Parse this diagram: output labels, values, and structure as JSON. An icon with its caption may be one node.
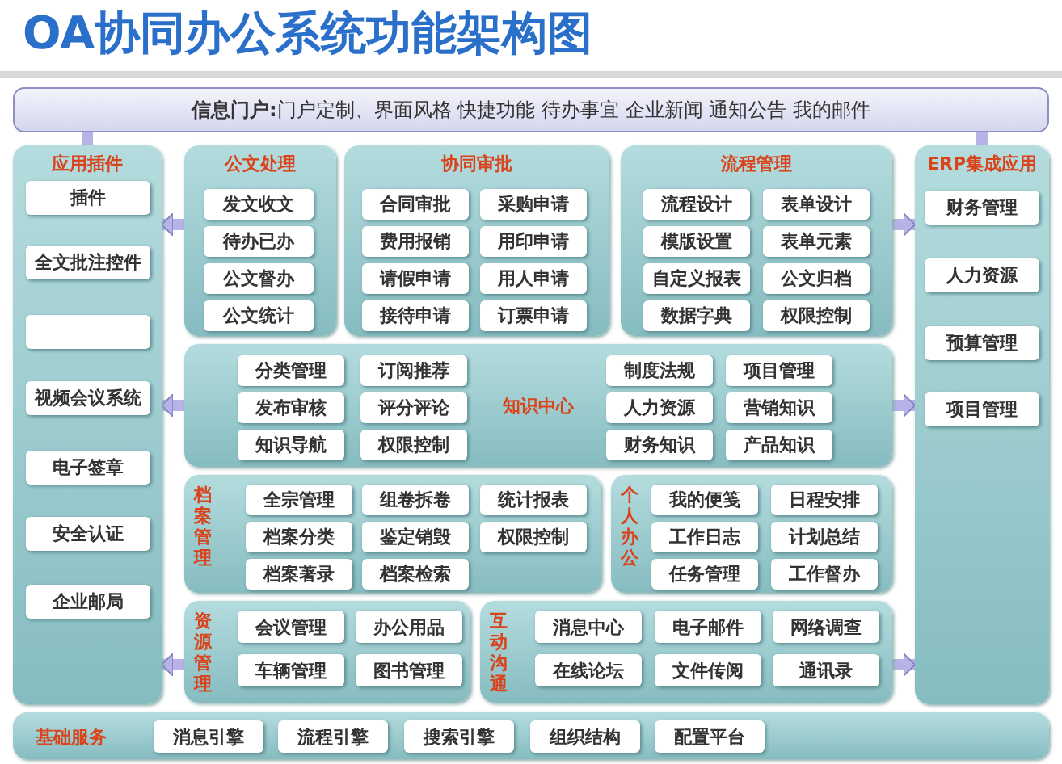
{
  "diagram": {
    "title": "OA协同办公系统功能架构图",
    "nodes": [
      {
        "text": [
          "**信息门户:**门户定制、界面风格 快捷功能 待办事宜 企业新闻 通知公告 我的邮件"
        ]
      },
      {
        "text": [
          "应用插件"
        ]
      },
      {
        "text": [
          "插件"
        ],
        "in": 1
      },
      {
        "text": [
          "全文批注控件"
        ],
        "in": 1
      },
      {
        "text": [],
        "shape": "box",
        "in": 1
      },
      {
        "text": [
          "视频会议系统"
        ],
        "in": 1
      },
      {
        "text": [
          "电子签章"
        ],
        "in": 1
      },
      {
        "text": [
          "安全认证"
        ],
        "in": 1
      },
      {
        "text": [
          "企业邮局"
        ],
        "in": 1
      },
      {
        "text": [
          "公文处理"
        ]
      },
      {
        "text": [
          "发文收文"
        ],
        "in": 9
      },
      {
        "text": [
          "待办已办"
        ],
        "in": 9
      },
      {
        "text": [
          "公文督办"
        ],
        "in": 9
      },
      {
        "text": [
          "公文统计"
        ],
        "in": 9
      },
      {
        "text": [
          "协同审批"
        ]
      },
      {
        "text": [
          "合同审批"
        ],
        "in": 14
      },
      {
        "text": [
          "采购申请"
        ],
        "in": 14
      },
      {
        "text": [
          "费用报销"
        ],
        "in": 14
      },
      {
        "text": [
          "用印申请"
        ],
        "in": 14
      },
      {
        "text": [
          "请假申请"
        ],
        "in": 14
      },
      {
        "text": [
          "用人申请"
        ],
        "in": 14
      },
      {
        "text": [
          "接待申请"
        ],
        "in": 14
      },
      {
        "text": [
          "订票申请"
        ],
        "in": 14
      },
      {
        "text": [
          "流程管理"
        ]
      },
      {
        "text": [
          "流程设计"
        ],
        "in": 23
      },
      {
        "text": [
          "表单设计"
        ],
        "in": 23
      },
      {
        "text": [
          "模版设置"
        ],
        "in": 23
      },
      {
        "text": [
          "表单元素"
        ],
        "in": 23
      },
      {
        "text": [
          "自定义报表"
        ],
        "in": 23
      },
      {
        "text": [
          "公文归档"
        ],
        "in": 23
      },
      {
        "text": [
          "数据字典"
        ],
        "in": 23
      },
      {
        "text": [
          "权限控制"
        ],
        "in": 23
      },
      {
        "text": [
          "ERP集成应用"
        ]
      },
      {
        "text": [
          "财务管理"
        ],
        "in": 32
      },
      {
        "text": [
          "人力资源"
        ],
        "in": 32
      },
      {
        "text": [
          "预算管理"
        ],
        "in": 32
      },
      {
        "text": [
          "项目管理"
        ],
        "in": 32
      },
      {
        "text": [
          "知识中心"
        ]
      },
      {
        "text": [
          "分类管理"
        ],
        "in": 37
      },
      {
        "text": [
          "订阅推荐"
        ],
        "in": 37
      },
      {
        "text": [
          "发布审核"
        ],
        "in": 37
      },
      {
        "text": [
          "评分评论"
        ],
        "in": 37
      },
      {
        "text": [
          "知识导航"
        ],
        "in": 37
      },
      {
        "text": [
          "权限控制"
        ],
        "in": 37
      },
      {
        "text": [
          "制度法规"
        ],
        "in": 37
      },
      {
        "text": [
          "项目管理"
        ],
        "in": 37
      },
      {
        "text": [
          "人力资源"
        ],
        "in": 37
      },
      {
        "text": [
          "营销知识"
        ],
        "in": 37
      },
      {
        "text": [
          "财务知识"
        ],
        "in": 37
      },
      {
        "text": [
          "产品知识"
        ],
        "in": 37
      },
      {
        "text": [
          "档案管理"
        ]
      },
      {
        "text": [
          "全宗管理"
        ],
        "in": 50
      },
      {
        "text": [
          "组卷拆卷"
        ],
        "in": 50
      },
      {
        "text": [
          "统计报表"
        ],
        "in": 50
      },
      {
        "text": [
          "档案分类"
        ],
        "in": 50
      },
      {
        "text": [
          "鉴定销毁"
        ],
        "in": 50
      },
      {
        "text": [
          "权限控制"
        ],
        "in": 50
      },
      {
        "text": [
          "档案著录"
        ],
        "in": 50
      },
      {
        "text": [
          "档案检索"
        ],
        "in": 50
      },
      {
        "text": [
          "个人办公"
        ]
      },
      {
        "text": [
          "我的便笺"
        ],
        "in": 59
      },
      {
        "text": [
          "日程安排"
        ],
        "in": 59
      },
      {
        "text": [
          "工作日志"
        ],
        "in": 59
      },
      {
        "text": [
          "计划总结"
        ],
        "in": 59
      },
      {
        "text": [
          "任务管理"
        ],
        "in": 59
      },
      {
        "text": [
          "工作督办"
        ],
        "in": 59
      },
      {
        "text": [
          "资源管理"
        ]
      },
      {
        "text": [
          "会议管理"
        ],
        "in": 66
      },
      {
        "text": [
          "办公用品"
        ],
        "in": 66
      },
      {
        "text": [
          "车辆管理"
        ],
        "in": 66
      },
      {
        "text": [
          "图书管理"
        ],
        "in": 66
      },
      {
        "text": [
          "互动沟通"
        ]
      },
      {
        "text": [
          "消息中心"
        ],
        "in": 71
      },
      {
        "text": [
          "电子邮件"
        ],
        "in": 71
      },
      {
        "text": [
          "网络调查"
        ],
        "in": 71
      },
      {
        "text": [
          "在线论坛"
        ],
        "in": 71
      },
      {
        "text": [
          "文件传阅"
        ],
        "in": 71
      },
      {
        "text": [
          "通讯录"
        ],
        "in": 71
      },
      {
        "text": [
          "基础服务"
        ]
      },
      {
        "text": [
          "消息引擎"
        ],
        "in": 78
      },
      {
        "text": [
          "流程引擎"
        ],
        "in": 78
      },
      {
        "text": [
          "搜索引擎"
        ],
        "in": 78
      },
      {
        "text": [
          "组织结构"
        ],
        "in": 78
      },
      {
        "text": [
          "配置平台"
        ],
        "in": 78
      }
    ],
    "edges": [
      {
        "from": 0,
        "to": 1,
        "arrow": "none"
      },
      {
        "from": 0,
        "to": 32,
        "arrow": "none"
      },
      {
        "from": 9,
        "to": 1,
        "arrow": "to"
      },
      {
        "from": 37,
        "to": 1,
        "arrow": "to"
      },
      {
        "from": 66,
        "to": 1,
        "arrow": "to"
      },
      {
        "from": 23,
        "to": 32,
        "arrow": "to"
      },
      {
        "from": 37,
        "to": 32,
        "arrow": "to"
      },
      {
        "from": 71,
        "to": 32,
        "arrow": "to"
      }
    ]
  }
}
